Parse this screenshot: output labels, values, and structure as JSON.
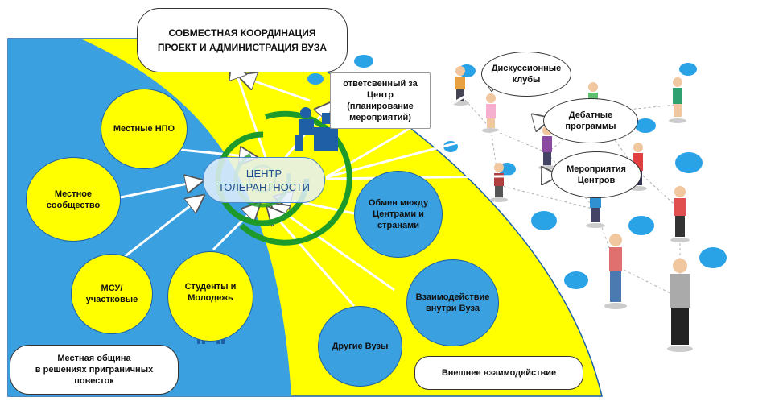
{
  "center": {
    "label": "ЦЕНТР\nТОЛЕРАНТНОСТИ"
  },
  "top_box": {
    "label": "СОВМЕСТНАЯ КООРДИНАЦИЯ\nПРОЕКТ И АДМИНИСТРАЦИЯ ВУЗА"
  },
  "responsible": {
    "label": "ответсвенный за\nЦентр\n(планирование\nмероприятий)"
  },
  "left_nodes": {
    "ngo": "Местные НПО",
    "community": "Местное\nсообщество",
    "msu": "МСУ/\nучастковые",
    "students": "Студенты и\nМолодежь"
  },
  "local_box": {
    "label": "Местная община\nв решениях приграничных\nповесток"
  },
  "right_nodes": {
    "exchange": "Обмен между\nЦентрами и\nстранами",
    "internal": "Взаимодействие\nвнутри Вуза",
    "others": "Другие Вузы"
  },
  "external_box": {
    "label": "Внешнее взаимодействие"
  },
  "outputs": {
    "clubs": "Дискуссионные\nклубы",
    "debates": "Дебатные\nпрограммы",
    "events": "Мероприятия\nЦентров"
  },
  "colors": {
    "blue": "#3aa0e0",
    "yellow": "#ffff00",
    "green": "#1e9a2a",
    "navy": "#1a5fa8"
  }
}
